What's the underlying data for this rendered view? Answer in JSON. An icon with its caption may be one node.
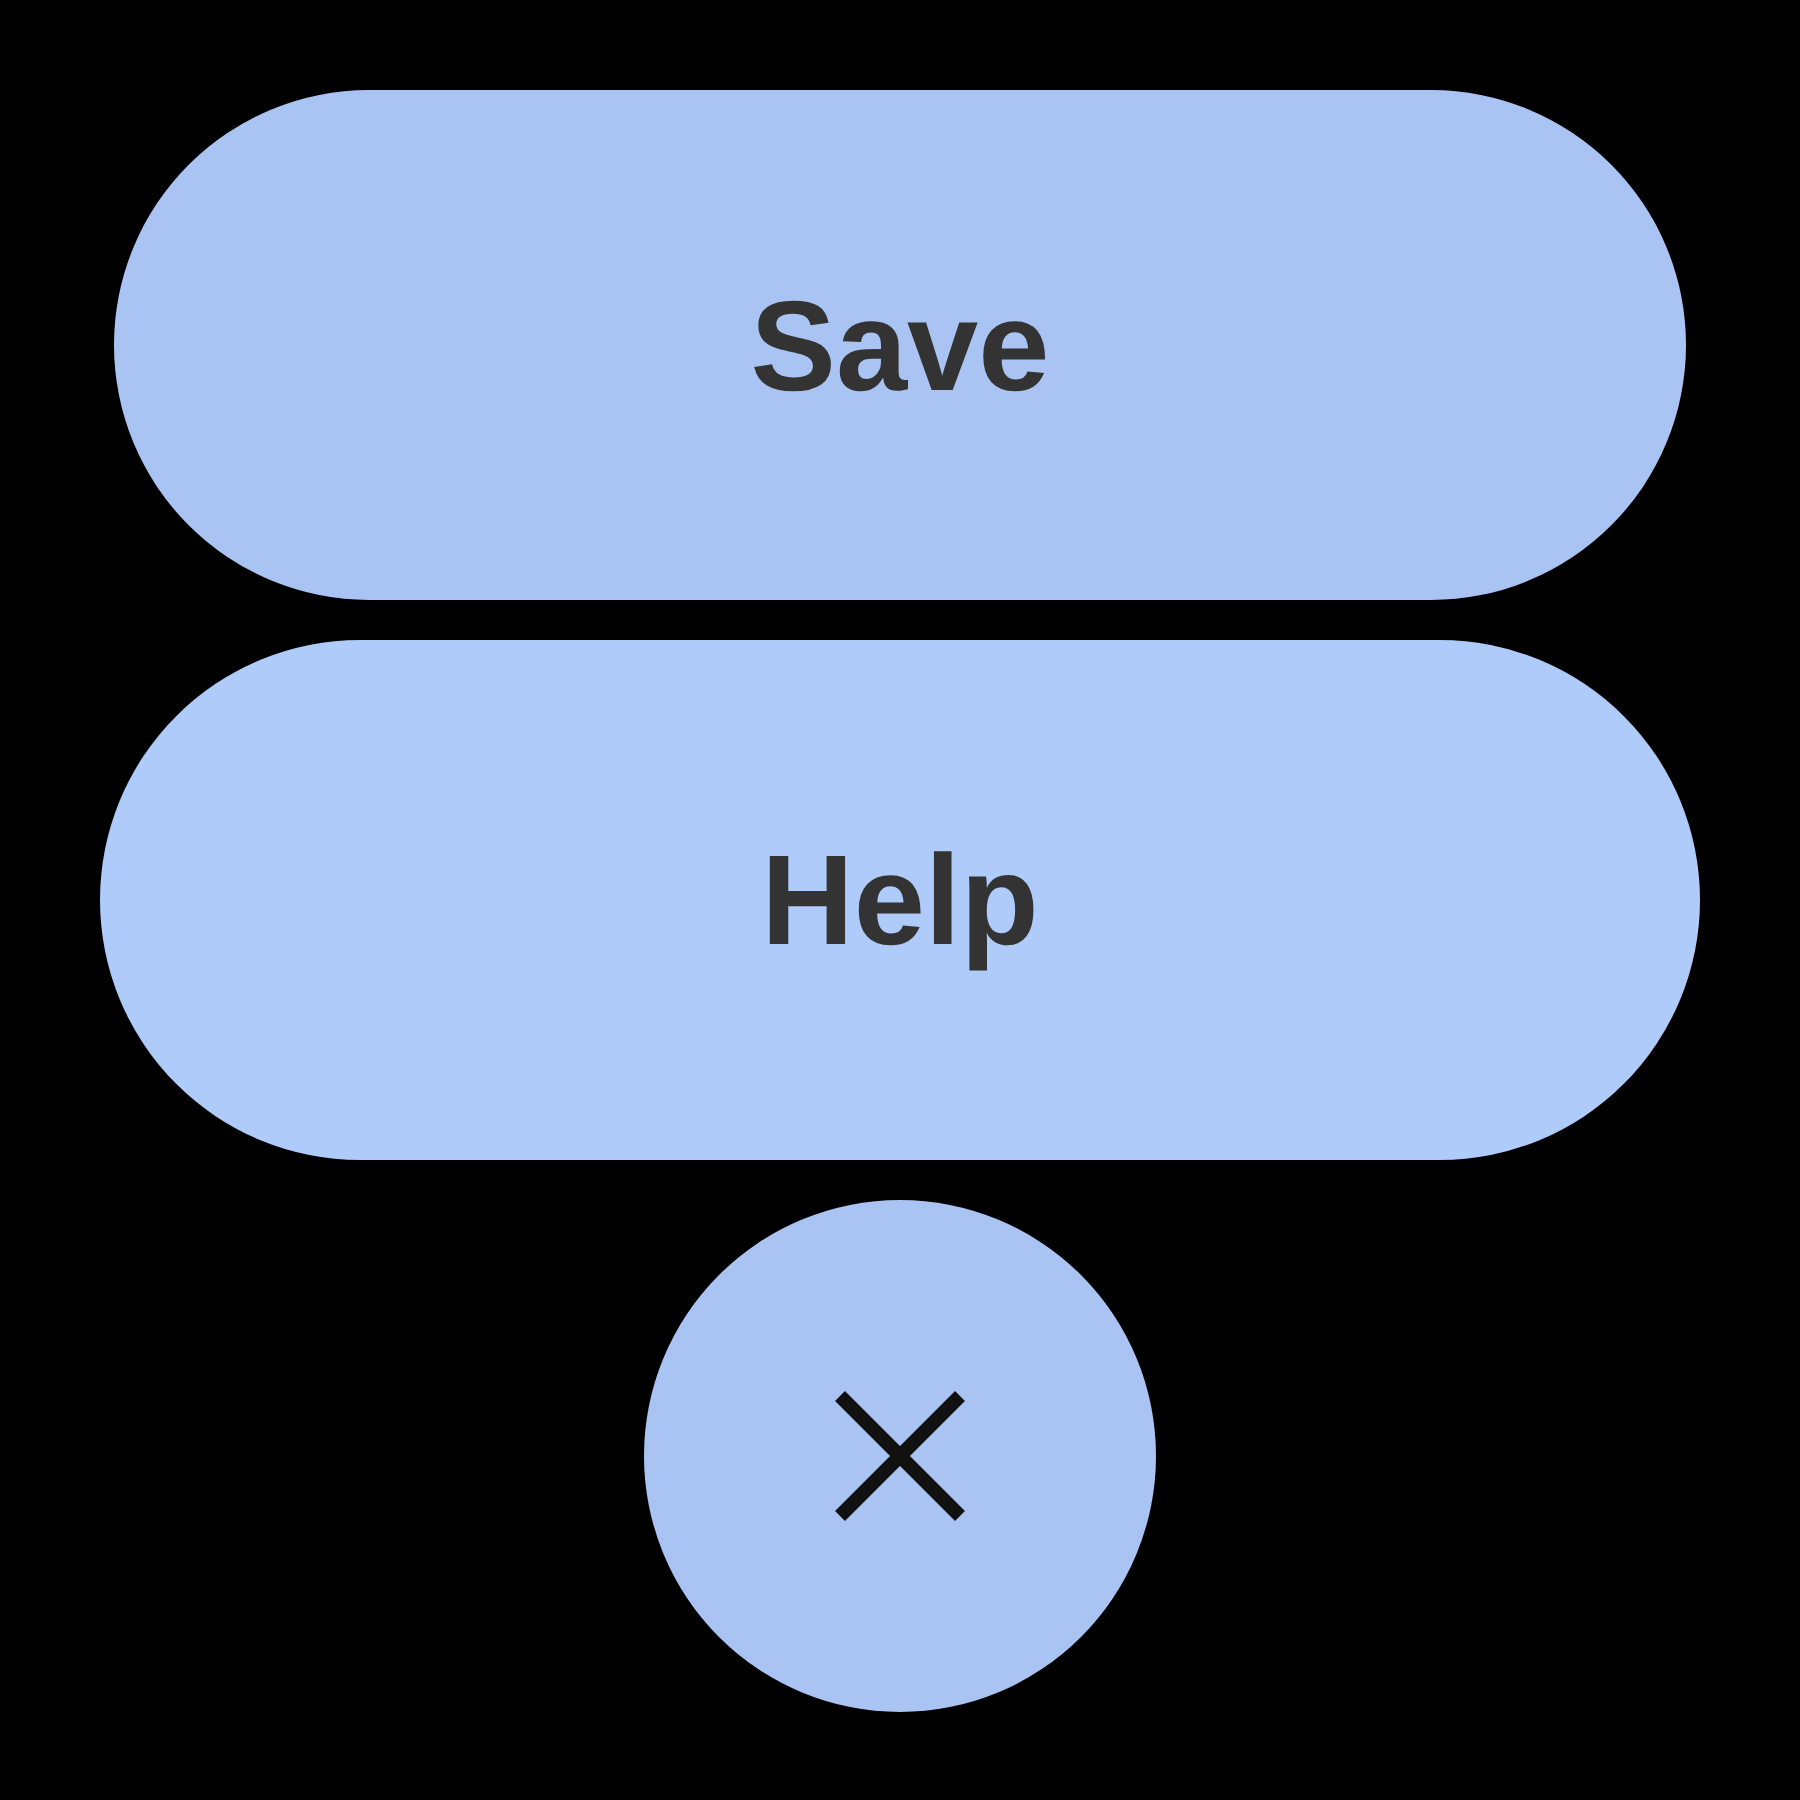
{
  "diagram": {
    "nodes": [
      {
        "text": [
          "Save"
        ]
      },
      {
        "text": [
          "Help"
        ]
      },
      {
        "text": [],
        "shape": "circle"
      }
    ]
  }
}
